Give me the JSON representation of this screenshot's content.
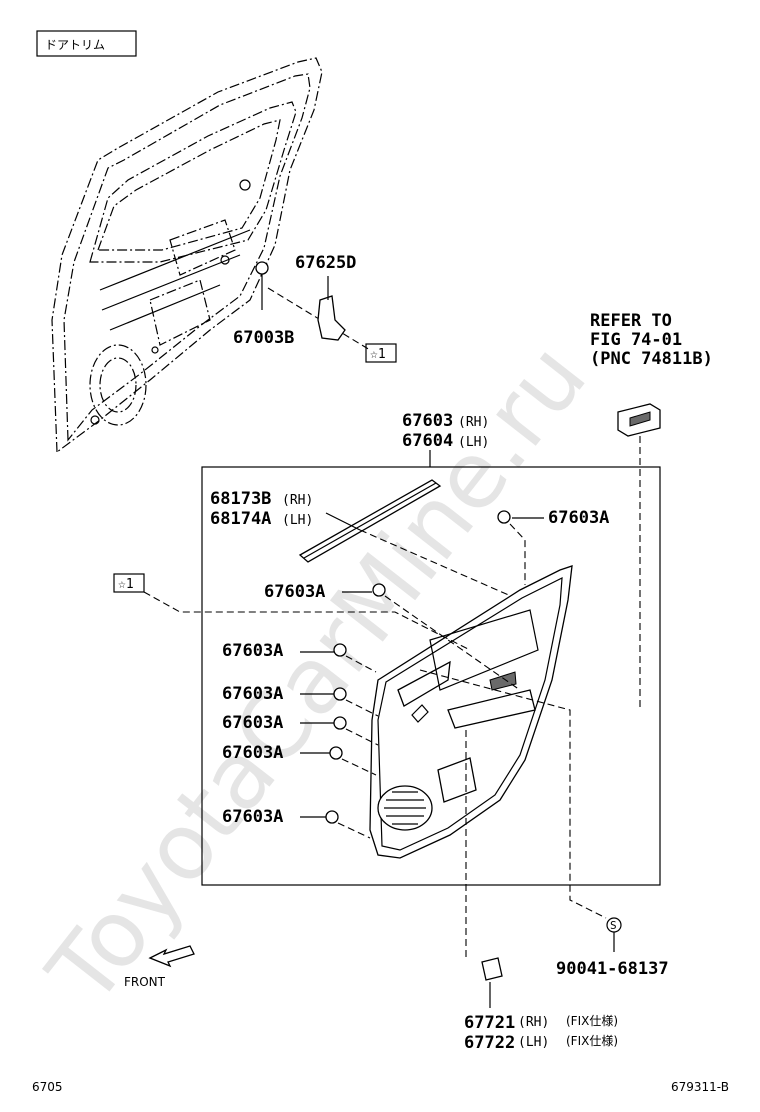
{
  "header": {
    "section_label": "ドアトリム"
  },
  "watermark": "ToyotaCarMine.ru",
  "callouts": {
    "p67625D": "67625D",
    "p67003B": "67003B",
    "star_marker": "☆1",
    "refer_line1": "REFER TO",
    "refer_line2": "FIG 74-01",
    "refer_line3": "(PNC 74811B)",
    "p67603_main": "67603",
    "p67603_rh": "(RH)",
    "p67604_main": "67604",
    "p67604_rh": "(LH)",
    "p68173B": "68173B",
    "p68173B_side": "(RH)",
    "p68174A": "68174A",
    "p68174A_side": "(LH)",
    "p67603A": "67603A",
    "s_marker": "S",
    "p90041": "90041-68137",
    "p67721": "67721",
    "p67721_side": "(RH)",
    "p67722": "67722",
    "p67722_side": "(LH)",
    "fix_note": "(FIX仕様)"
  },
  "front_label": "FRONT",
  "footer": {
    "left_code": "6705",
    "right_code": "679311-B"
  },
  "icons": [
    "front-arrow-icon",
    "clip-icon",
    "screw-icon"
  ]
}
